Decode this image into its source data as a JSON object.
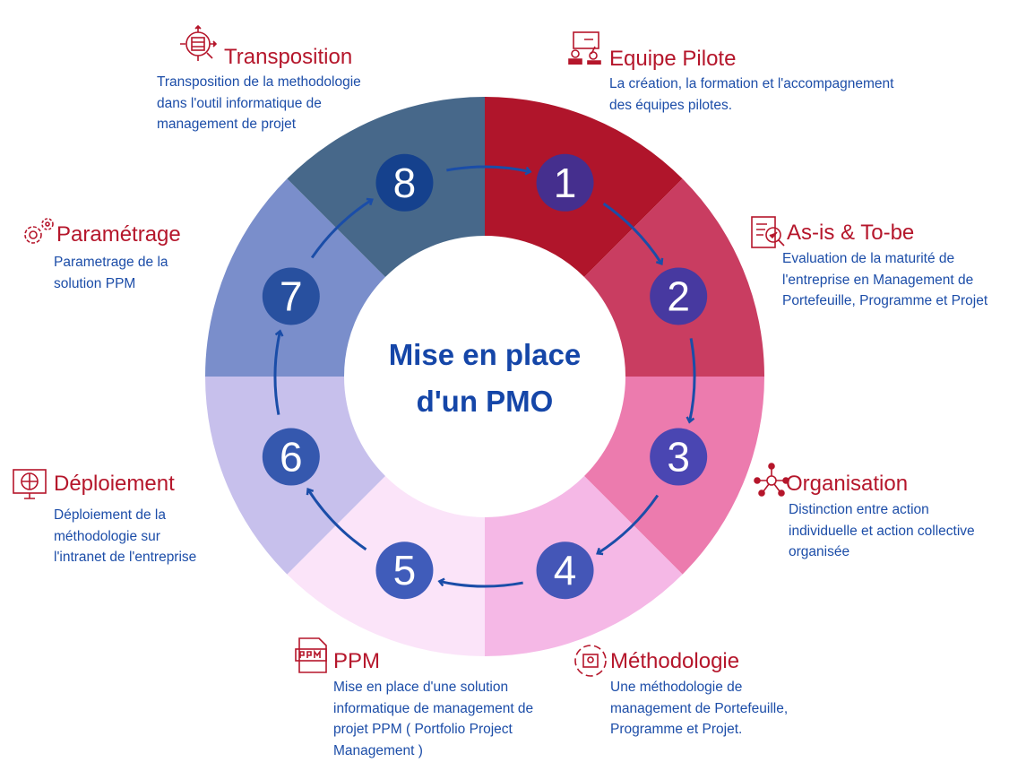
{
  "center_title": {
    "line1": "Mise en place",
    "line2": "d'un PMO"
  },
  "colors": {
    "segments": [
      "#B0152B",
      "#C93D61",
      "#EC7BAE",
      "#F5B8E6",
      "#FBE4F9",
      "#C7C0EC",
      "#7A8ECB",
      "#47688A"
    ],
    "badges": [
      "#452F8E",
      "#4739A0",
      "#4A46B2",
      "#4456B7",
      "#405CBA",
      "#3558AE",
      "#28509F",
      "#15418D"
    ],
    "arrow": "#1A4DA8",
    "title": "#B5162B",
    "text": "#1C4DA8"
  },
  "steps": [
    {
      "number": "1",
      "title": "Equipe Pilote",
      "icon": "training-board-icon",
      "description": [
        "La création, la formation et l'accompagnement",
        "des équipes pilotes."
      ]
    },
    {
      "number": "2",
      "title": "As-is & To-be",
      "icon": "checklist-magnifier-icon",
      "description": [
        "Evaluation de la maturité de",
        "l'entreprise en Management de",
        "Portefeuille, Programme et Projet"
      ]
    },
    {
      "number": "3",
      "title": "Organisation",
      "icon": "network-nodes-icon",
      "description": [
        "Distinction entre action",
        "individuelle et action collective",
        "organisée"
      ]
    },
    {
      "number": "4",
      "title": "Méthodologie",
      "icon": "methodology-cycle-icon",
      "description": [
        "Une méthodologie de",
        "management de Portefeuille,",
        "Programme et Projet."
      ]
    },
    {
      "number": "5",
      "title": "PPM",
      "icon": "ppm-file-icon",
      "description": [
        "Mise en place d'une solution",
        "informatique de management de",
        "projet PPM ( Portfolio Project",
        "Management )"
      ]
    },
    {
      "number": "6",
      "title": "Déploiement",
      "icon": "intranet-globe-icon",
      "description": [
        "Déploiement de la",
        "méthodologie sur",
        "l'intranet de l'entreprise"
      ]
    },
    {
      "number": "7",
      "title": "Paramétrage",
      "icon": "gears-icon",
      "description": [
        "Parametrage de la",
        "solution PPM"
      ]
    },
    {
      "number": "8",
      "title": "Transposition",
      "icon": "transposition-box-icon",
      "description": [
        "Transposition de la methodologie",
        "dans l'outil informatique de",
        "management de projet"
      ]
    }
  ]
}
